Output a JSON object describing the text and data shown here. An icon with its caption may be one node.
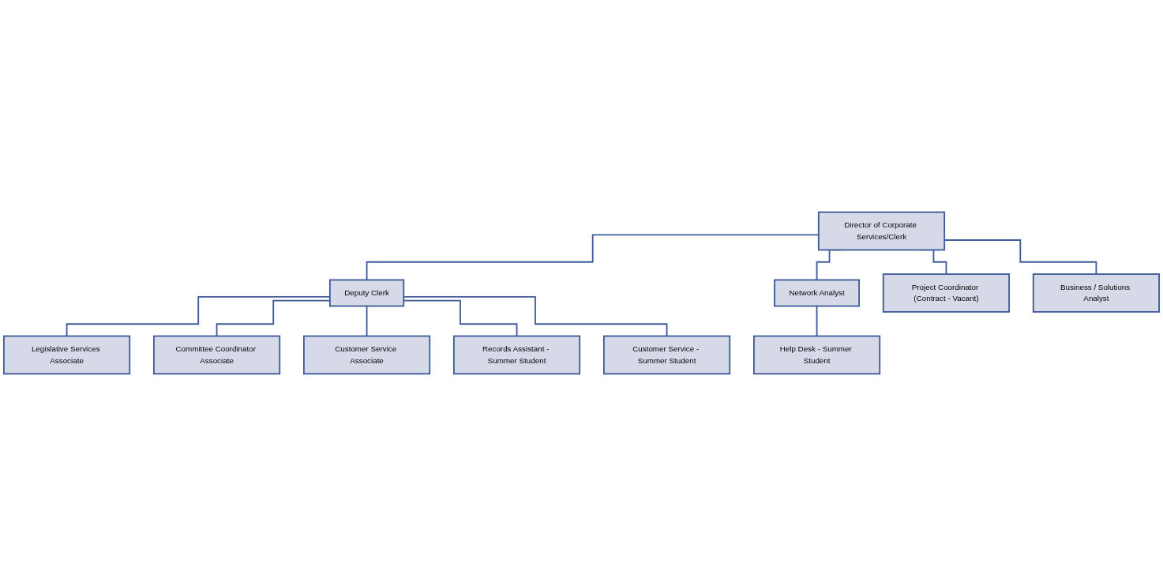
{
  "diagram": {
    "nodes": [
      {
        "text": [
          "Director of Corporate Services/Clerk"
        ]
      },
      {
        "text": [
          "Deputy Clerk"
        ]
      },
      {
        "text": [
          "Network Analyst"
        ]
      },
      {
        "text": [
          "Legislative Services Associate"
        ]
      },
      {
        "text": [
          "Committee Coordinator Associate"
        ]
      },
      {
        "text": [
          "Customer Service Associate"
        ]
      },
      {
        "text": [
          "Project Coordinator (Contract - Vacant)"
        ]
      },
      {
        "text": [
          "Business / Solutions Analyst"
        ]
      },
      {
        "text": [
          "Records Assistant - Summer Student"
        ]
      },
      {
        "text": [
          "Customer Service - Summer Student"
        ]
      },
      {
        "text": [
          "Help Desk - Summer Student"
        ]
      }
    ],
    "edges": [
      {
        "from": 0,
        "to": 1,
        "arrow": "none"
      },
      {
        "from": 0,
        "to": 2,
        "arrow": "none"
      },
      {
        "from": 0,
        "to": 7,
        "arrow": "none"
      },
      {
        "from": 0,
        "to": 6,
        "arrow": "none"
      },
      {
        "from": 1,
        "to": 3,
        "arrow": "none"
      },
      {
        "from": 1,
        "to": 4,
        "arrow": "none"
      },
      {
        "from": 1,
        "to": 5,
        "arrow": "none"
      },
      {
        "from": 1,
        "to": 8,
        "arrow": "none"
      },
      {
        "from": 1,
        "to": 9,
        "arrow": "none"
      },
      {
        "from": 2,
        "to": 10,
        "arrow": "none"
      }
    ]
  }
}
